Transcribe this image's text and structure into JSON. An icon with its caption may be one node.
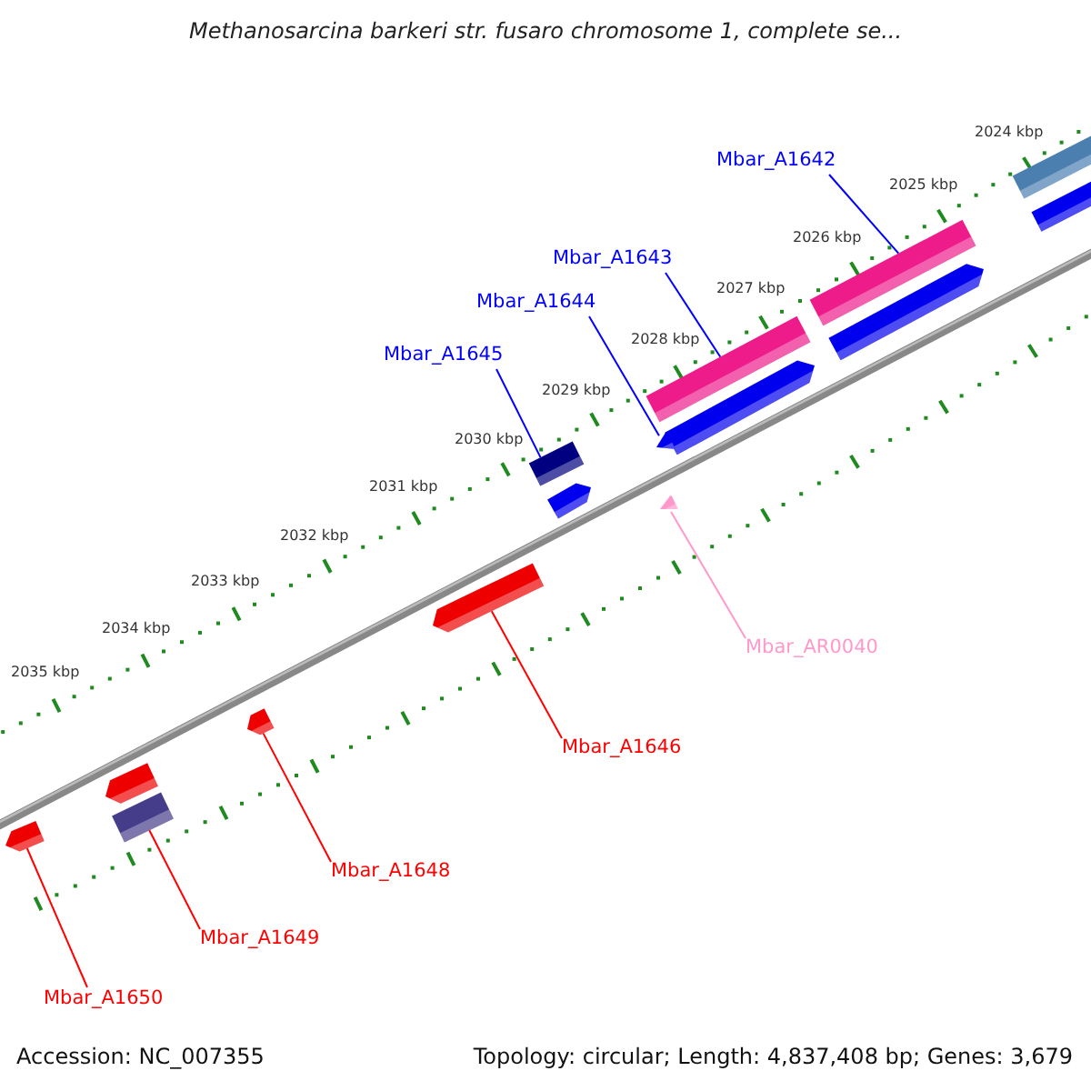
{
  "diagram": {
    "title": "Methanosarcina barkeri str. fusaro chromosome 1, complete se...",
    "nodes": [
      {
        "text": [
          "Mbar_A1642"
        ]
      },
      {
        "text": [
          "Mbar_A1643"
        ]
      },
      {
        "text": [
          "Mbar_A1644"
        ]
      },
      {
        "text": [
          "Mbar_A1645"
        ]
      },
      {
        "text": [
          "Mbar_AR0040"
        ]
      },
      {
        "text": [
          "Mbar_A1646"
        ]
      },
      {
        "text": [
          "Mbar_A1648"
        ]
      },
      {
        "text": [
          "Mbar_A1649"
        ]
      },
      {
        "text": [
          "Mbar_A1650"
        ]
      },
      {
        "text": [],
        "shape": "bar"
      },
      {
        "text": [],
        "shape": "bar"
      },
      {
        "text": [],
        "shape": "bar"
      },
      {
        "text": [],
        "shape": "bar"
      },
      {
        "text": [],
        "shape": "bar"
      },
      {
        "text": [],
        "shape": "bar"
      },
      {
        "text": [],
        "shape": "bar"
      },
      {
        "text": [],
        "shape": "bar"
      },
      {
        "text": [],
        "shape": "bar"
      },
      {
        "text": [],
        "shape": "bar"
      },
      {
        "text": [],
        "shape": "bar"
      },
      {
        "text": [],
        "shape": "bar"
      },
      {
        "text": [],
        "shape": "bar"
      },
      {
        "text": [],
        "shape": "bar"
      },
      {
        "text": [],
        "shape": "bar"
      }
    ],
    "edges": [
      {
        "from": 0,
        "to": 11,
        "arrow": "none",
        "color": "#0000ff"
      },
      {
        "from": 1,
        "to": 13,
        "arrow": "none",
        "color": "#0000ff"
      },
      {
        "from": 2,
        "to": 15,
        "arrow": "none",
        "color": "#0000ff"
      },
      {
        "from": 3,
        "to": 16,
        "arrow": "none",
        "color": "#0000ff"
      },
      {
        "from": 4,
        "to": 18,
        "arrow": "none",
        "color": "#ff99cc"
      },
      {
        "from": 5,
        "to": 19,
        "arrow": "none",
        "color": "#ff0000"
      },
      {
        "from": 6,
        "to": 20,
        "arrow": "none",
        "color": "#ff0000"
      },
      {
        "from": 7,
        "to": 22,
        "arrow": "none",
        "color": "#ff0000"
      },
      {
        "from": 8,
        "to": 23,
        "arrow": "none",
        "color": "#ff0000"
      }
    ],
    "labels": [
      "2024 kbp",
      "2025 kbp",
      "2026 kbp",
      "2027 kbp",
      "2028 kbp",
      "2029 kbp",
      "2030 kbp",
      "2031 kbp",
      "2032 kbp",
      "2033 kbp",
      "2034 kbp",
      "2035 kbp",
      "Accession: NC_007355",
      "Topology: circular; Length: 4,837,408 bp; Genes: 3,679"
    ]
  }
}
